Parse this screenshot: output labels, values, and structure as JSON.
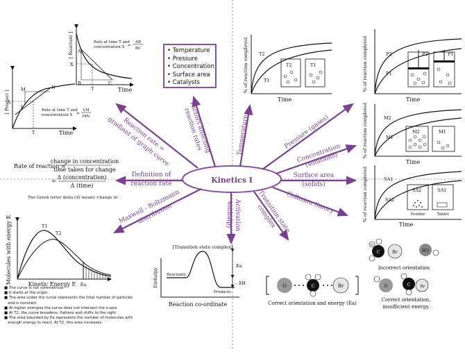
{
  "center": {
    "title": "Kinetics I"
  },
  "topics_box": {
    "items": [
      "Temperature",
      "Pressure",
      "Concentration",
      "Surface area",
      "Catalysts"
    ]
  },
  "arrows": {
    "factors": [
      "Factors affecting",
      "reaction rates"
    ],
    "gradient": [
      "Reaction rate =",
      "gradient of graph curve"
    ],
    "temperature": "Temperature",
    "pressure": "Pressure (gases)",
    "concentration": [
      "Concentration",
      "(solutions)"
    ],
    "surface": [
      "Surface area",
      "(solids)"
    ],
    "collision": "Collision theory",
    "transition": [
      "Transition state",
      "complex"
    ],
    "activation": [
      "Activation",
      "enthalpy"
    ],
    "maxwell": [
      "Maxwell - Boltzmann",
      "distribution"
    ],
    "definition": [
      "Definition of",
      "reaction rate"
    ]
  },
  "graph_product": {
    "ylabel": "[ Product ]",
    "xlabel": "Time",
    "points": [
      "M",
      "N",
      "L",
      "X",
      "T"
    ],
    "formula_text": [
      "Rate at time T and",
      "concentration X"
    ],
    "formula_num": "LM",
    "formula_den": "MN",
    "formula_eq": "="
  },
  "graph_reactant": {
    "ylabel": "[ Reactant ]",
    "xlabel": "Time",
    "points": [
      "A",
      "X",
      "B",
      "T",
      "C"
    ],
    "formula_text": [
      "Rate at time T and",
      "concentration X"
    ],
    "formula_num": "AB",
    "formula_den": "BC",
    "formula_eq": "="
  },
  "rate_definition": {
    "lhs": "Rate of reaction =",
    "num": "change in concentration",
    "den": "time taken for change",
    "eq2": "=",
    "num2": "Δ (concentration)",
    "den2": "Δ (time)",
    "note": "The Greek letter delta (Δ) means 'change in'."
  },
  "graph_temp": {
    "ylabel": "% of reaction completed",
    "xlabel": "Time",
    "curves": [
      "T2",
      "T1"
    ],
    "beakers": [
      "T2",
      "T1"
    ]
  },
  "graph_pressure": {
    "ylabel": "% of reaction completed",
    "xlabel": "Time",
    "curves": [
      "P2",
      "P1"
    ],
    "pistons": [
      "P2",
      "P1"
    ]
  },
  "graph_conc": {
    "ylabel": "% of reaction completed",
    "xlabel": "Time",
    "curves": [
      "M2",
      "M1"
    ],
    "beakers": [
      "M2",
      "M1"
    ]
  },
  "graph_surface": {
    "ylabel": "% of reaction completed",
    "xlabel": "Time",
    "curves": [
      "SA1",
      "SA2"
    ],
    "beakers": [
      "SA2",
      "SA1"
    ],
    "captions": [
      "Powder",
      "Tablet"
    ]
  },
  "graph_mb": {
    "ylabel": "Molecules with energy E",
    "xlabel": "Kinetic Energy E",
    "ea": "Ea",
    "curves": [
      "T1",
      "T2"
    ]
  },
  "notes": [
    "The curve is not symmetrical",
    "It starts at the origin",
    "The area under the curve represents the total number of particles",
    "   and is constant",
    "At higher energies the curve does not intersect the x-axis",
    "At T2, the curve broadens, flattens and shifts to the right",
    "The area bounded by Ea represents the number of molecules with",
    "   enough energy to react. At T2, this area increases"
  ],
  "graph_enthalpy": {
    "title": "[Transition state complex]",
    "ylabel": "Enthalpy",
    "xlabel": "Reaction co-ordinate",
    "reactants": "Reactants",
    "products": "Products",
    "ea": "Ea",
    "dh": "– ΔH"
  },
  "collision": {
    "incorrect": "Incorrect orientation",
    "correct": "Correct orientation  and energy (Ea)",
    "insufficient": [
      "Correct orientation,",
      "insufficient energy."
    ],
    "atoms": {
      "h": "H",
      "c": "C",
      "br": "Br",
      "o": "O",
      "ho": "HO",
      "c_neg": "C",
      "o_neg": "O",
      "br_neg": "Br"
    }
  }
}
